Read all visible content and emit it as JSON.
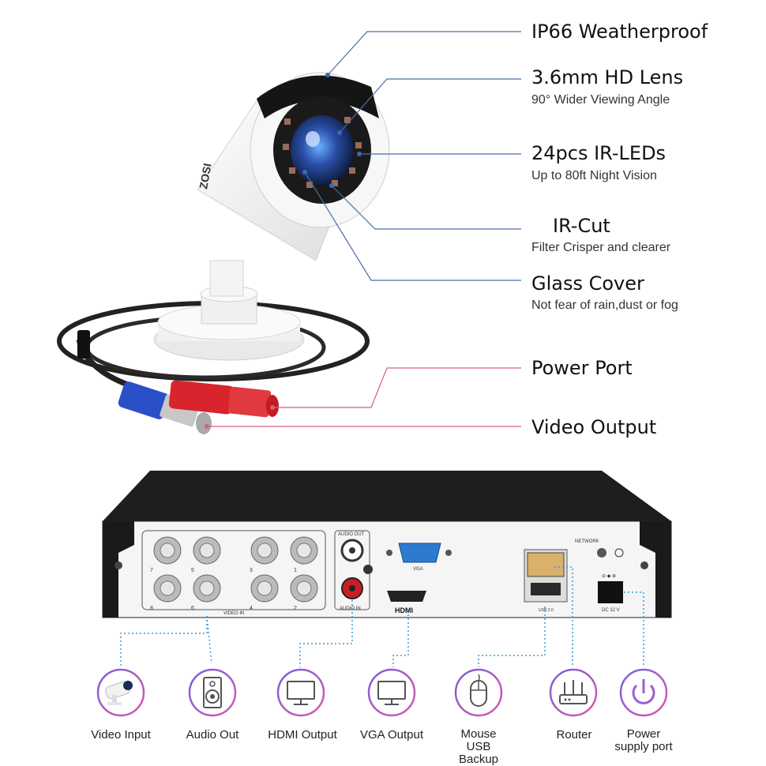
{
  "camera": {
    "brand": "ZOSI"
  },
  "features": [
    {
      "title": "IP66 Weatherproof",
      "subtitle": ""
    },
    {
      "title": "3.6mm HD Lens",
      "subtitle": "90° Wider Viewing Angle"
    },
    {
      "title": "24pcs IR-LEDs",
      "subtitle": "Up to 80ft Night Vision"
    },
    {
      "title": "IR-Cut",
      "subtitle": "Filter Crisper and clearer"
    },
    {
      "title": "Glass Cover",
      "subtitle": "Not fear of rain,dust or fog"
    },
    {
      "title": "Power Port",
      "subtitle": ""
    },
    {
      "title": "Video Output",
      "subtitle": ""
    }
  ],
  "dvr": {
    "audio_out": "AUDIO OUT",
    "audio_in": "AUDIO IN",
    "vga": "VGA",
    "hdmi": "HDMI",
    "video_in": "VIDEO IN",
    "network": "NETWORK",
    "usb": "USB 2.0",
    "dc": "DC 12 V",
    "bnc_numbers": [
      "7",
      "5",
      "3",
      "1",
      "8",
      "6",
      "4",
      "2"
    ]
  },
  "connections": [
    {
      "label": "Video Input"
    },
    {
      "label": "Audio Out"
    },
    {
      "label": "HDMI Output"
    },
    {
      "label": "VGA Output"
    },
    {
      "label": "Mouse USB Backup"
    },
    {
      "label": "Router"
    },
    {
      "label": "Power supply port"
    }
  ],
  "colors": {
    "feature_line_blue": "#4a6ea8",
    "feature_line_pink": "#d4607e",
    "dotted_blue": "#3a9ad9",
    "icon_ring_start": "#7b5de0",
    "icon_ring_end": "#d85aa8",
    "dvr_black": "#1c1c1c",
    "cable_red": "#d8242c",
    "cable_blue": "#2a4fc7"
  },
  "icons": [
    "camera-icon",
    "speaker-icon",
    "monitor-icon",
    "monitor-icon",
    "mouse-icon",
    "router-icon",
    "power-icon"
  ]
}
